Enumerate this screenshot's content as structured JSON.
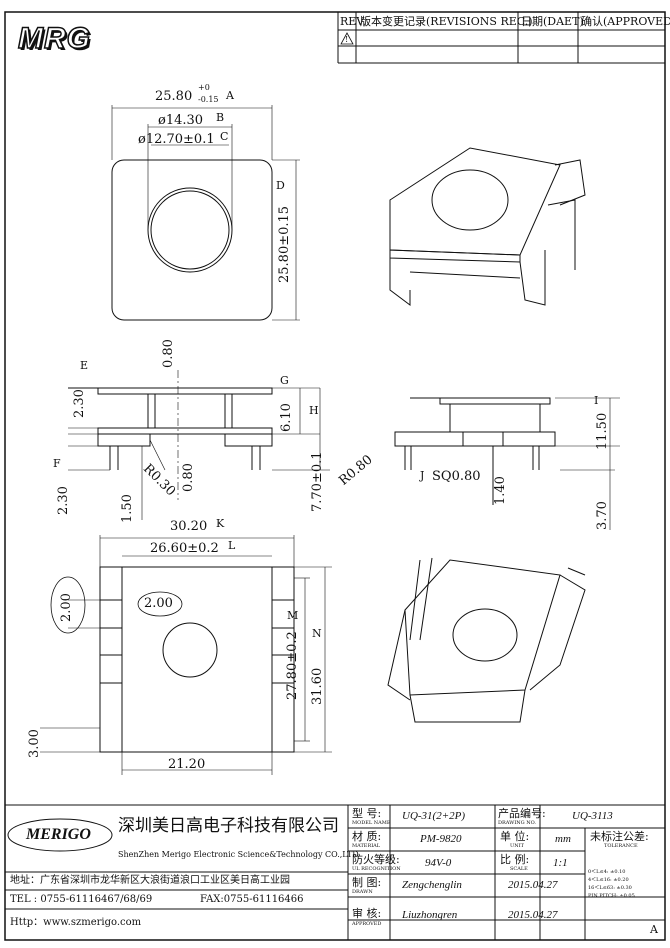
{
  "header": {
    "logo_text": "MRG",
    "rev_label": "REV.",
    "rev_symbol": "!",
    "change_record": "版本变更记录(REVISIONS REC.)",
    "date_label": "日期(DAET)",
    "approve_label": "确认(APPROVED)"
  },
  "dims": {
    "width": "25.80",
    "width_tol_upper": "+0",
    "width_tol_lower": "-0.15",
    "marker_a": "A",
    "outer_dia": "ø14.30",
    "marker_b": "B",
    "inner_dia": "ø12.70±0.1",
    "marker_c": "C",
    "depth": "25.80±0.15",
    "marker_d": "D",
    "top_0_80": "0.80",
    "e_2_30": "2.30",
    "marker_e": "E",
    "marker_g": "G",
    "h_6_10": "6.10",
    "marker_h": "H",
    "marker_f": "F",
    "f_2_30": "2.30",
    "r_0_30": "R0.30",
    "mid_0_80": "0.80",
    "pin_1_50": "1.50",
    "total_7_70": "7.70±0.1",
    "r_0_80": "R0.80",
    "marker_j": "J",
    "sq_0_80": "SQ0.80",
    "d_1_40": "1.40",
    "marker_i": "I",
    "i_11_50": "11.50",
    "d_3_70": "3.70",
    "k_30_20": "30.20",
    "marker_k": "K",
    "l_26_60": "26.60±0.2",
    "marker_l": "L",
    "b_2_00_a": "2.00",
    "b_2_00_b": "2.00",
    "m_27_80": "27.80±0.2",
    "marker_m": "M",
    "n_31_60": "31.60",
    "marker_n": "N",
    "b_3_00": "3.00",
    "b_21_20": "21.20"
  },
  "title_block": {
    "company_logo": "MERIGO",
    "company_cn": "深圳美日高电子科技有限公司",
    "company_en": "ShenZhen Merigo Electronic Science&Technology CO.,LTD",
    "address": "地址：广东省深圳市龙华新区大浪街道浪口工业区美日高工业园",
    "tel": "TEL : 0755-61116467/68/69",
    "fax": "FAX:0755-61116466",
    "http": "Http：www.szmerigo.com",
    "model_cn": "型 号:",
    "model_en": "MODEL NAME",
    "model_value": "UQ-31(2+2P)",
    "drawing_cn": "产品编号:",
    "drawing_en": "DRAWING NO.",
    "drawing_value": "UQ-3113",
    "material_cn": "材 质:",
    "material_en": "MATERIAL",
    "material_value": "PM-9820",
    "unit_cn": "单 位:",
    "unit_en": "UNIT",
    "unit_value": "mm",
    "tol_cn": "未标注公差:",
    "tol_en": "TOLERANCE",
    "ul_cn": "防火等级:",
    "ul_en": "UL RECOGNITION",
    "ul_value": "94V-0",
    "scale_cn": "比 例:",
    "scale_en": "SCALE",
    "scale_value": "1:1",
    "drawn_cn": "制 图:",
    "drawn_en": "DRAWN",
    "drawn_value": "Zengchenglin",
    "drawn_date": "2015.04.27",
    "approved_cn": "审 核:",
    "approved_en": "APPROVED",
    "approved_value": "Liuzhongren",
    "approved_date": "2015.04.27",
    "tol_rows": [
      "0＜L≤4: ±0.10",
      "4＜L≤16: ±0.20",
      "16＜L≤63: ±0.30",
      "PIN PITCH: ±0.05"
    ],
    "rev_letter": "A"
  }
}
